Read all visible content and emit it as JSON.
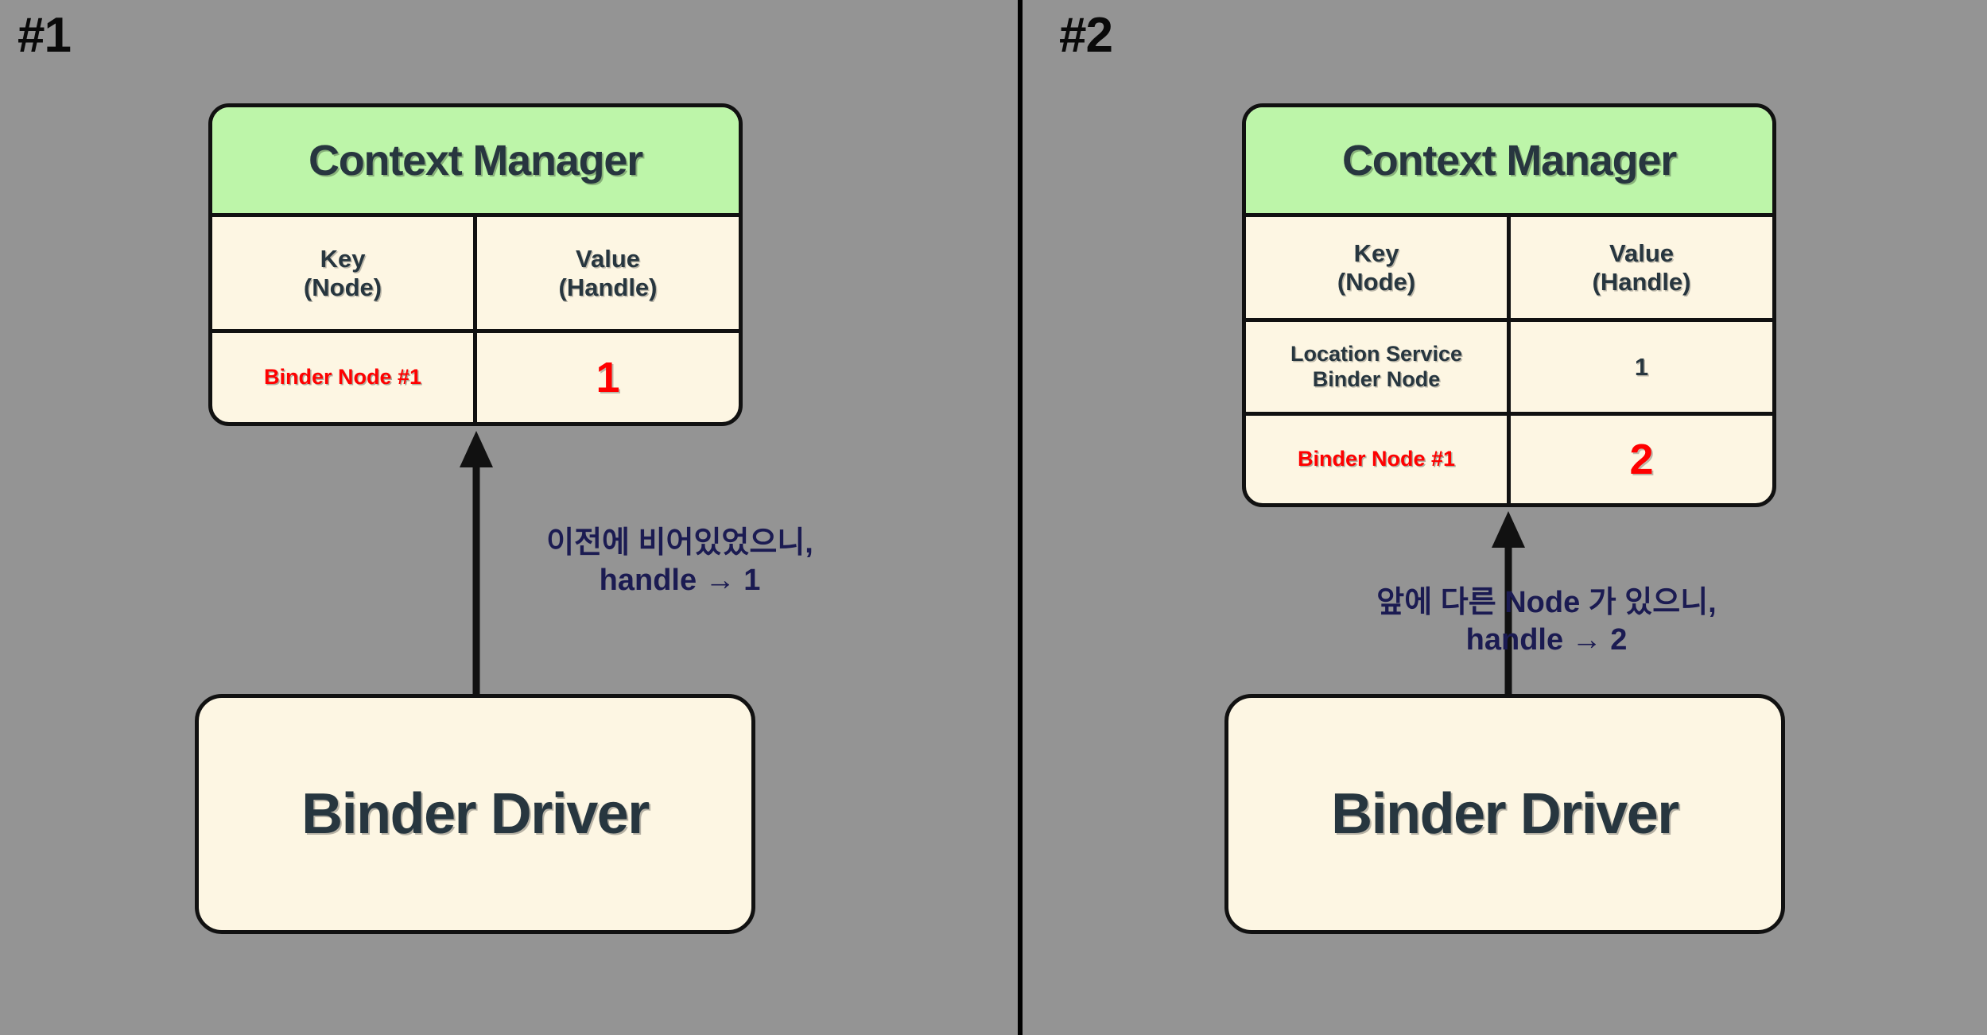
{
  "background_color": "#949494",
  "accent_colors": {
    "header_green": "#bdf5a9",
    "card_cream": "#fdf6e3",
    "text_dark": "#27363f",
    "highlight_red": "#ff0000",
    "annotation_navy": "#1b1b52",
    "stroke_black": "#111111"
  },
  "panels": [
    {
      "number_label": "#1",
      "context_manager": {
        "title": "Context Manager",
        "columns": [
          "Key\n(Node)",
          "Value\n(Handle)"
        ],
        "rows": [
          {
            "key": "Binder Node #1",
            "value": "1",
            "key_highlighted": true,
            "value_highlighted": true
          }
        ]
      },
      "arrow": {
        "direction": "up",
        "icon": "arrow-up-icon"
      },
      "annotation": "이전에 비어있었으니,\nhandle → 1",
      "driver": {
        "title": "Binder Driver"
      }
    },
    {
      "number_label": "#2",
      "context_manager": {
        "title": "Context Manager",
        "columns": [
          "Key\n(Node)",
          "Value\n(Handle)"
        ],
        "rows": [
          {
            "key": "Location Service\nBinder Node",
            "value": "1",
            "key_highlighted": false,
            "value_highlighted": false
          },
          {
            "key": "Binder Node #1",
            "value": "2",
            "key_highlighted": true,
            "value_highlighted": true
          }
        ]
      },
      "arrow": {
        "direction": "up",
        "icon": "arrow-up-icon"
      },
      "annotation": "앞에 다른 Node 가 있으니,\nhandle → 2",
      "driver": {
        "title": "Binder Driver"
      }
    }
  ]
}
